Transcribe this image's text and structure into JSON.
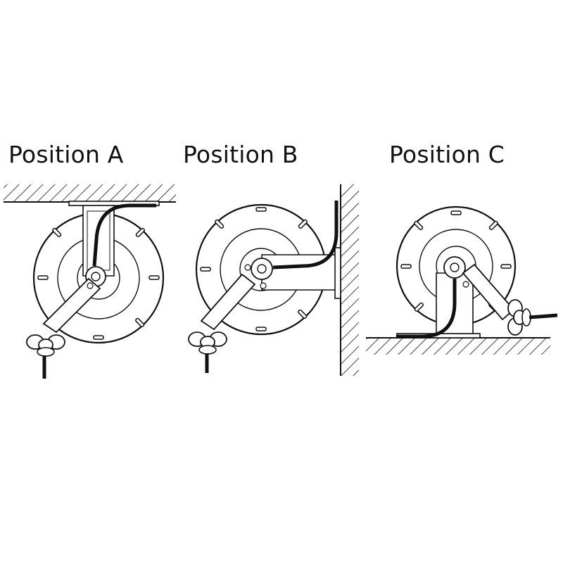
{
  "positions": [
    {
      "label": "Position A",
      "mount": "ceiling"
    },
    {
      "label": "Position B",
      "mount": "wall"
    },
    {
      "label": "Position C",
      "mount": "floor"
    }
  ],
  "colors": {
    "line": "#111111",
    "fill": "#ffffff",
    "hose": "#111111"
  }
}
